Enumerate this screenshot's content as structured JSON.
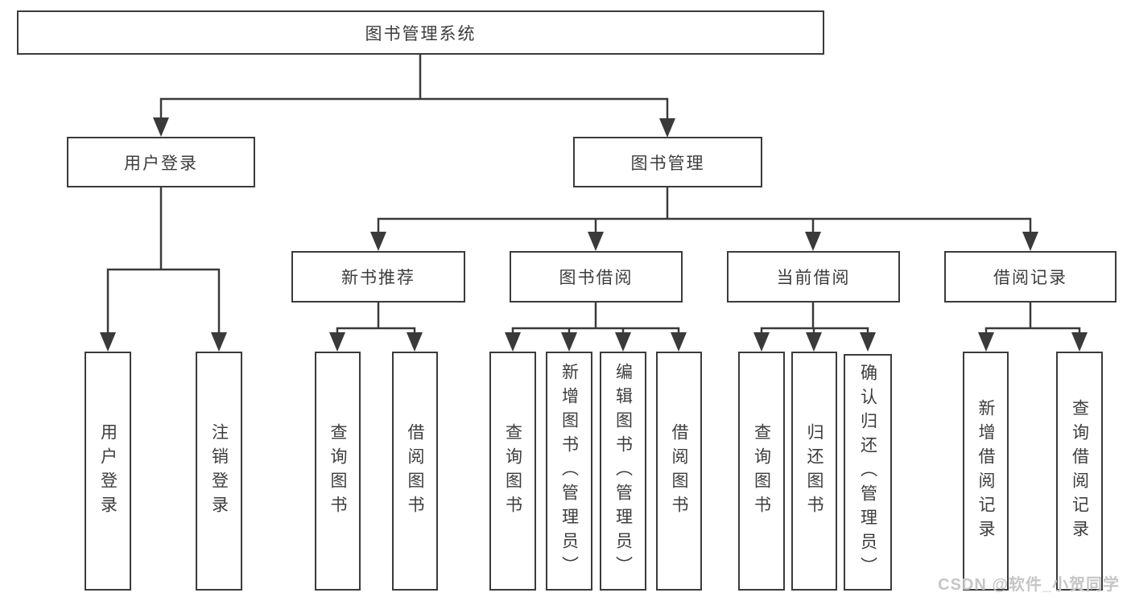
{
  "diagram": {
    "type": "tree",
    "root": {
      "label": "图书管理系统",
      "children": [
        {
          "label": "用户登录",
          "children": [
            {
              "label": "用户登录"
            },
            {
              "label": "注销登录"
            }
          ]
        },
        {
          "label": "图书管理",
          "children": [
            {
              "label": "新书推荐",
              "children": [
                {
                  "label": "查询图书"
                },
                {
                  "label": "借阅图书"
                }
              ]
            },
            {
              "label": "图书借阅",
              "children": [
                {
                  "label": "查询图书"
                },
                {
                  "label": "新增图书（管理员）"
                },
                {
                  "label": "编辑图书（管理员）"
                },
                {
                  "label": "借阅图书"
                }
              ]
            },
            {
              "label": "当前借阅",
              "children": [
                {
                  "label": "查询图书"
                },
                {
                  "label": "归还图书"
                },
                {
                  "label": "确认归还（管理员）"
                }
              ]
            },
            {
              "label": "借阅记录",
              "children": [
                {
                  "label": "新增借阅记录"
                },
                {
                  "label": "查询借阅记录"
                }
              ]
            }
          ]
        }
      ]
    },
    "watermark": "CSDN @软件_小贺同学",
    "colors": {
      "line": "#3a3a3a",
      "border": "#3b3b3b",
      "text": "#3d3d3d",
      "watermark": "#c6c6c6",
      "background": "#ffffff"
    }
  }
}
